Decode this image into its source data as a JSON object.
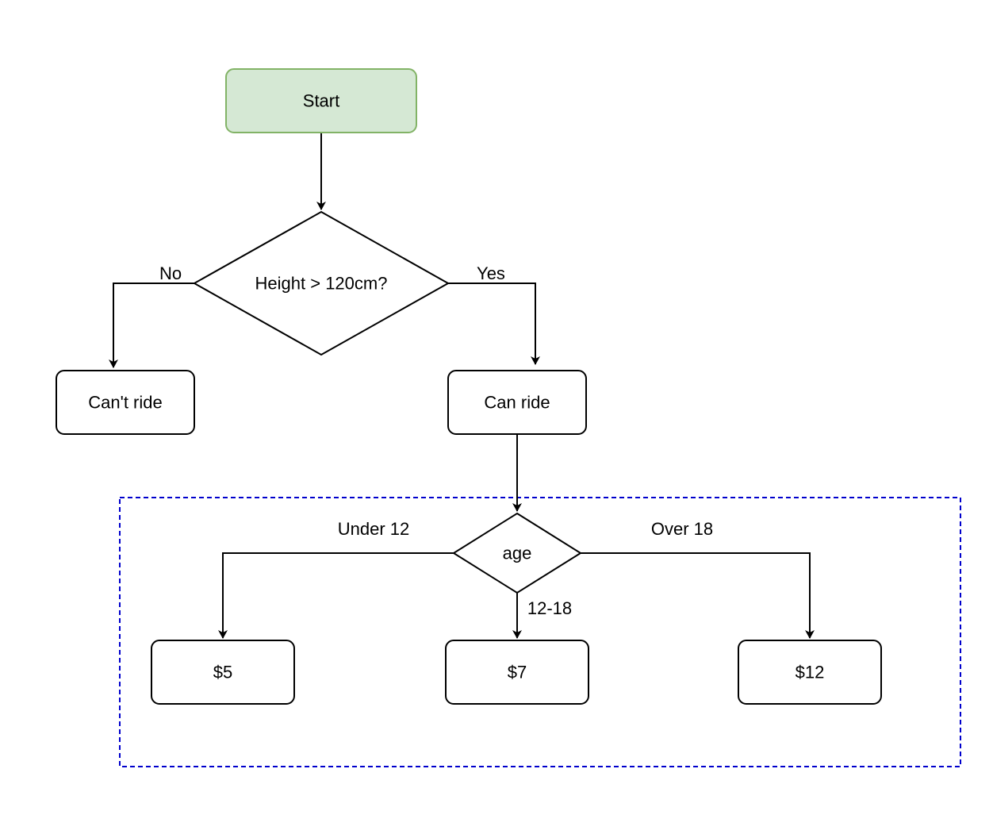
{
  "colors": {
    "start_fill": "#d5e8d4",
    "start_stroke": "#82b366",
    "group_border": "#0000cc",
    "line": "#000000"
  },
  "nodes": {
    "start": "Start",
    "height_decision": "Height > 120cm?",
    "cant_ride": "Can't ride",
    "can_ride": "Can ride",
    "age_decision": "age",
    "price_under_12": "$5",
    "price_12_18": "$7",
    "price_over_18": "$12"
  },
  "edges": {
    "no": "No",
    "yes": "Yes",
    "under_12": "Under 12",
    "range_12_18": "12-18",
    "over_18": "Over 18"
  }
}
